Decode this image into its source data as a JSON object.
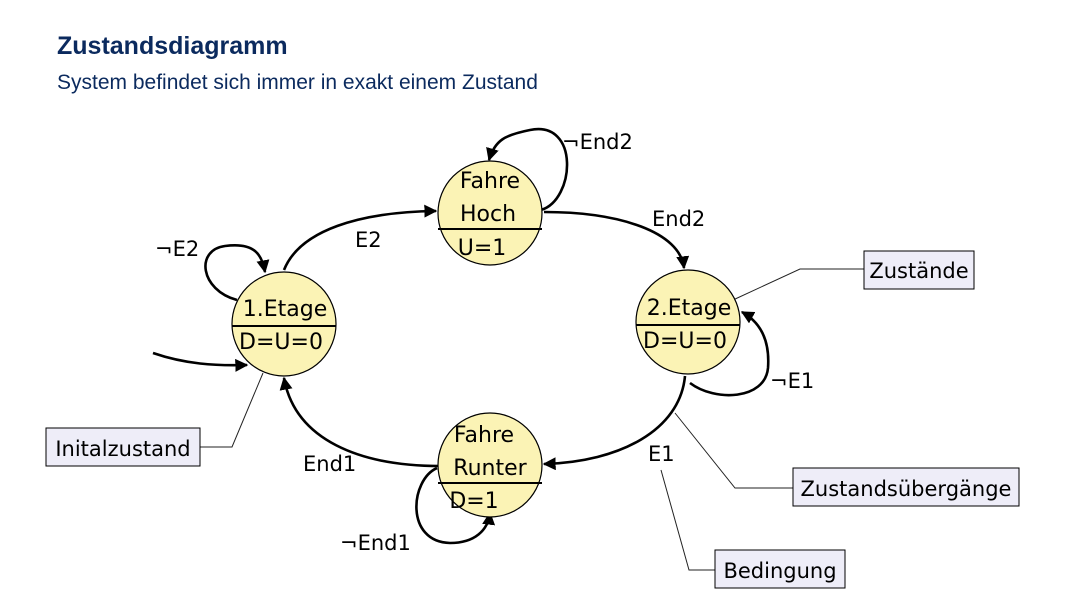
{
  "page": {
    "title": "Zustandsdiagramm",
    "subtitle": "System befindet sich immer in exakt einem Zustand"
  },
  "colors": {
    "heading": "#0b2a5e",
    "node_fill": "#fbf3b5",
    "callout_fill": "#eeedf8",
    "line": "#000000"
  },
  "states": {
    "fahre_hoch": {
      "line1": "Fahre",
      "line2": "Hoch",
      "output": "U=1"
    },
    "etage1": {
      "name": "1.Etage",
      "output": "D=U=0"
    },
    "etage2": {
      "name": "2.Etage",
      "output": "D=U=0"
    },
    "fahre_runter": {
      "line1": "Fahre",
      "line2": "Runter",
      "output": "D=1"
    }
  },
  "transitions": {
    "e2": "E2",
    "end2": "End2",
    "e1": "E1",
    "end1": "End1",
    "not_e2": "¬E2",
    "not_end2": "¬End2",
    "not_e1": "¬E1",
    "not_end1": "¬End1"
  },
  "callouts": {
    "zustaende": "Zustände",
    "initalzustand": "Initalzustand",
    "zustandsuebergaenge": "Zustandsübergänge",
    "bedingung": "Bedingung"
  }
}
